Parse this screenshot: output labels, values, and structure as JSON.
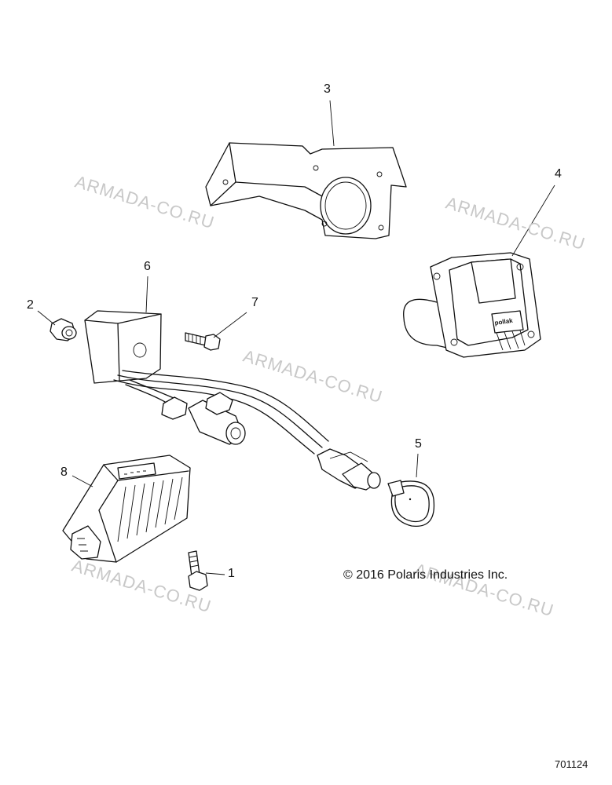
{
  "callouts": {
    "c1": "1",
    "c2": "2",
    "c3": "3",
    "c4": "4",
    "c5": "5",
    "c6": "6",
    "c7": "7",
    "c8": "8"
  },
  "watermarks": [
    "ARMADA-CO.RU",
    "ARMADA-CO.RU",
    "ARMADA-CO.RU",
    "ARMADA-CO.RU",
    "ARMADA-CO.RU"
  ],
  "copyright": "© 2016 Polaris Industries Inc.",
  "doc_number": "701124",
  "brand_label": "pollak",
  "colors": {
    "line": "#111111",
    "watermark": "#c8c8c8",
    "background": "#ffffff"
  }
}
